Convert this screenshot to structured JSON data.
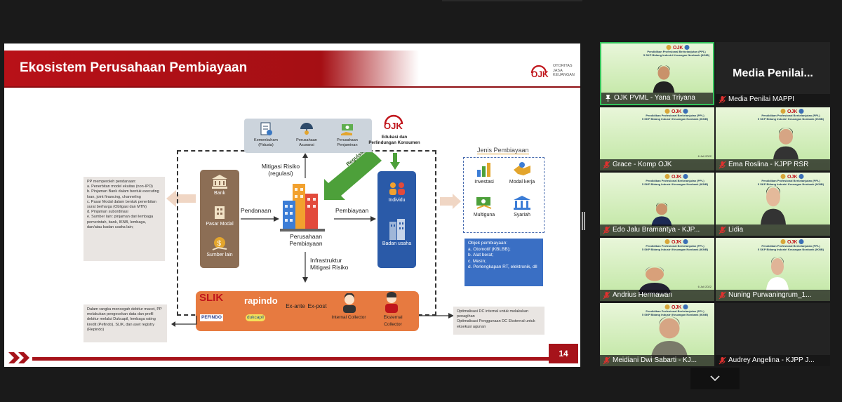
{
  "slide": {
    "title": "Ekosistem Perusahaan Pembiayaan",
    "logo_text": "OTORITAS\nJASA\nKEUANGAN",
    "page_number": "14",
    "note_left_top": [
      "PP memperoleh pendanaan:",
      "a. Penerbitan model ekuitas (non-IPO)",
      "b. Pinjaman Bank dalam bentuk executing loan, joint financing, channeling",
      "c. Pasar Modal dalam bentuk penerbitan surat berharga (Obligasi dan MTN)",
      "d. Pinjaman subordinasi",
      "e. Sumber lain: pinjaman dari lembaga pemerintah, bank, IKNB, lembaga, dan/atau badan usaha lain;"
    ],
    "note_left_bottom": "Dalam rangka mencegah debitur macet, PP melakukan pengecekan data dan profil debitur melalui Dukcapil, lembaga rating kredit (Pefindo), SLIK, dan aset registry (Repindo)",
    "note_right_bottom": [
      "Optimalisasi DC internal untuk melakukan penagihan",
      "Optimalisasi Penggunaan DC Eksternal untuk eksekusi agunan"
    ],
    "top_items": [
      "Kemenkuham (Fidusia)",
      "Perusahaan Asuransi",
      "Perusahaan Penjaminan"
    ],
    "left_items": [
      "Bank",
      "Pasar Modal",
      "Sumber lain"
    ],
    "mitigasi": "Mitigasi Risiko\n(regulasi)",
    "pendanaan": "Pendanaan",
    "pembiayaan": "Pembiayaan",
    "center_name": "Perusahaan\nPembiayaan",
    "infrastruktur": "Infrastruktur\nMitigasi Risiko",
    "green_arrow": "Regulasi dan Pengawasan",
    "edu": "Edukasi dan\nPerlindungan Konsumen",
    "blue_items": [
      "Individu",
      "Badan usaha"
    ],
    "jenis_title": "Jenis Pembiayaan",
    "jenis_items": [
      "Investasi",
      "Modal kerja",
      "Multiguna",
      "Syariah"
    ],
    "objek_title": "Objek pembiayaan:",
    "objek_items": [
      "a.   Otomotif (KBLBB);",
      "b.   Alat berat;",
      "c.   Mesin;",
      "d.   Perlengkapan RT, elektronik, dll"
    ],
    "orange_items": [
      "SLIK",
      "PEFINDO",
      "rapindo",
      "dukcapil",
      "Ex-ante",
      "Ex-post",
      "Internal Collector",
      "Eksternal Collector"
    ]
  },
  "participants": [
    {
      "name": "OJK PVML - Yana Triyana",
      "active": true
    },
    {
      "name": "Media Penilai MAPPI",
      "display_title": "Media Penilai..."
    },
    {
      "name": "Grace - Komp OJK"
    },
    {
      "name": "Ema Roslina - KJPP RSR"
    },
    {
      "name": "Edo Jalu Bramantya - KJP..."
    },
    {
      "name": "Lidia"
    },
    {
      "name": "Andrius Hermawan"
    },
    {
      "name": "Nuning Purwaningrum_1..."
    },
    {
      "name": "Meidiani Dwi Sabarti - KJ..."
    },
    {
      "name": "Audrey Angelina - KJPP J..."
    }
  ],
  "tile_header": "Pendidikan Profesional Berkelanjutan (PPL)\n5 SKP Bidang Industri Keuangan Nonbank (IKNB)",
  "tile_date": "6 Juli 2022",
  "colors": {
    "accent_red": "#a6131a",
    "active_border": "#33c25a",
    "mic_muted": "#e0312f"
  }
}
